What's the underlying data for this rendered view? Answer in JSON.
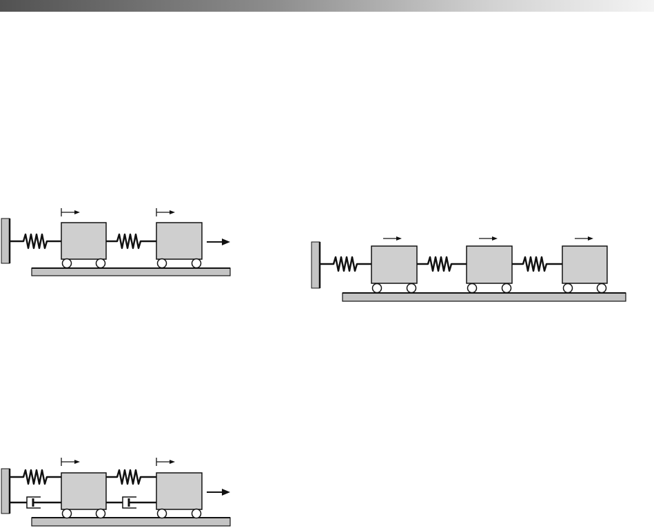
{
  "colors": {
    "title_bar_dark": "#525252",
    "title_bar_light": "#f4f4f4",
    "mass_fill": "#cfcfcf",
    "ground_fill": "#c4c4c4",
    "wall_fill": "#c4c4c4",
    "stroke": "#111111"
  },
  "figures": [
    {
      "name": "two-mass-spring-system",
      "masses": 2,
      "springs": 2,
      "dampers": 0,
      "displacement_arrows": 2,
      "external_force_arrow": true
    },
    {
      "name": "two-mass-spring-damper-system",
      "masses": 2,
      "springs": 2,
      "dampers": 2,
      "displacement_arrows": 2,
      "external_force_arrow": true
    },
    {
      "name": "three-mass-spring-system",
      "masses": 3,
      "springs": 3,
      "dampers": 0,
      "displacement_arrows": 3,
      "external_force_arrow": false
    }
  ]
}
